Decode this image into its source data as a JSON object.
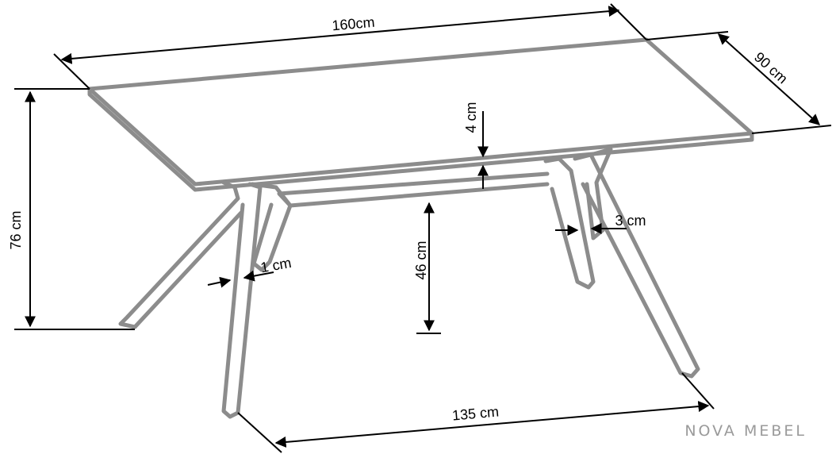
{
  "dimensions": {
    "length": "160cm",
    "depth": "90 cm",
    "height": "76 cm",
    "top_thickness": "4 cm",
    "clearance": "46 cm",
    "front_leg_width": "1 cm",
    "rear_leg_width": "3 cm",
    "leg_span": "135 cm"
  },
  "brand": "NOVA MEBEL",
  "colors": {
    "outline": "#8c8c8c",
    "line": "#000000",
    "brand": "#9a9a9a"
  }
}
